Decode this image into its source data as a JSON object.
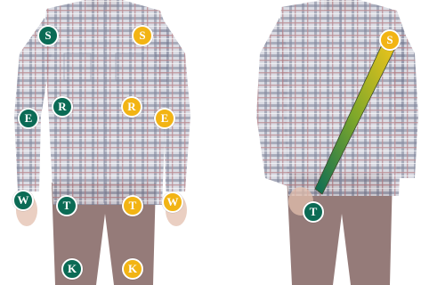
{
  "colors": {
    "front_marker": "#0b6b55",
    "back_marker": "#f2b414",
    "shirt_base": "#c9ccd6",
    "shirt_check_dark": "#5a5f78",
    "shirt_check_red": "#b07a82",
    "trousers": "#7a5a58"
  },
  "left_panel": {
    "markers": [
      {
        "id": "s-front",
        "label": "S",
        "side": "front"
      },
      {
        "id": "s-back",
        "label": "S",
        "side": "back"
      },
      {
        "id": "r-front",
        "label": "R",
        "side": "front"
      },
      {
        "id": "r-back",
        "label": "R",
        "side": "back"
      },
      {
        "id": "e-front",
        "label": "E",
        "side": "front"
      },
      {
        "id": "e-back",
        "label": "E",
        "side": "back"
      },
      {
        "id": "w-front",
        "label": "W",
        "side": "front"
      },
      {
        "id": "w-back",
        "label": "W",
        "side": "back"
      },
      {
        "id": "t-front",
        "label": "T",
        "side": "front"
      },
      {
        "id": "t-back",
        "label": "T",
        "side": "back"
      },
      {
        "id": "k-front",
        "label": "K",
        "side": "front"
      },
      {
        "id": "k-back",
        "label": "K",
        "side": "back"
      }
    ]
  },
  "right_panel": {
    "markers": [
      {
        "id": "s-back",
        "label": "S",
        "side": "back"
      },
      {
        "id": "t-front",
        "label": "T",
        "side": "front"
      }
    ]
  }
}
